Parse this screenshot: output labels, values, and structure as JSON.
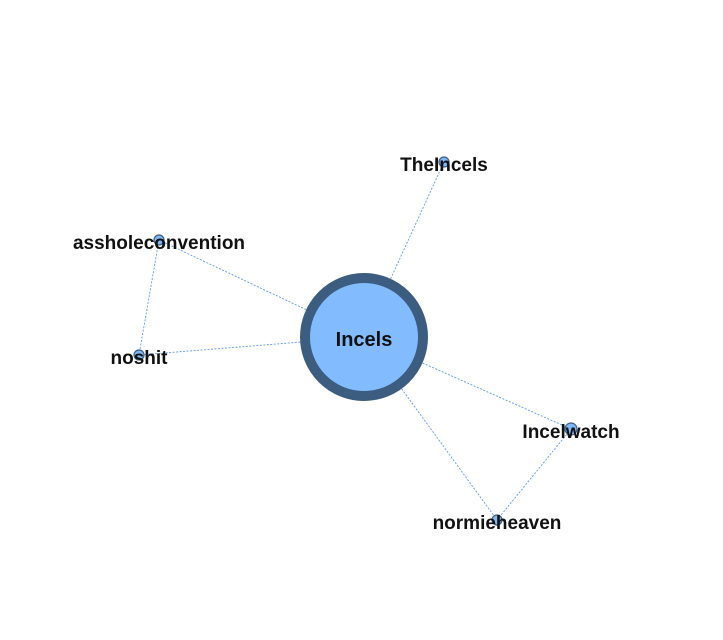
{
  "graph": {
    "nodes": [
      {
        "id": "incels",
        "label": "Incels",
        "size": "large"
      },
      {
        "id": "theincels",
        "label": "TheIncels",
        "size": "small"
      },
      {
        "id": "assholeconvention",
        "label": "assholeconvention",
        "size": "small"
      },
      {
        "id": "noshit",
        "label": "noshit",
        "size": "small"
      },
      {
        "id": "incelwatch",
        "label": "Incelwatch",
        "size": "small"
      },
      {
        "id": "normieheaven",
        "label": "normieheaven",
        "size": "small"
      }
    ],
    "edges": [
      {
        "source": "incels",
        "target": "theincels"
      },
      {
        "source": "incels",
        "target": "assholeconvention"
      },
      {
        "source": "incels",
        "target": "noshit"
      },
      {
        "source": "assholeconvention",
        "target": "noshit"
      },
      {
        "source": "incels",
        "target": "incelwatch"
      },
      {
        "source": "incels",
        "target": "normieheaven"
      },
      {
        "source": "incelwatch",
        "target": "normieheaven"
      }
    ],
    "colors": {
      "edge": "#5d9be8",
      "node_fill": "#82bcff",
      "node_stroke": "#3d5d80",
      "label": "#111111"
    }
  }
}
